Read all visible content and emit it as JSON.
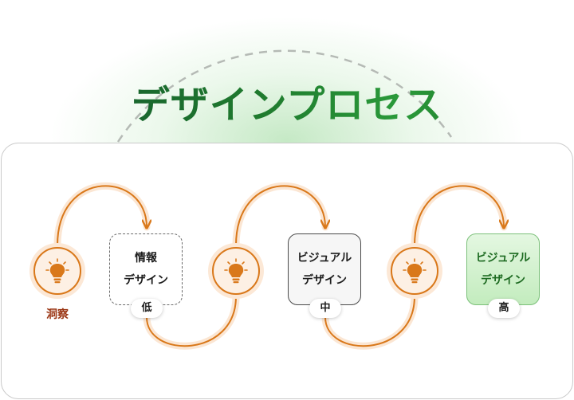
{
  "title": "デザインプロセス",
  "insight": {
    "label": "洞察",
    "icon": "lightbulb-icon",
    "color": "#d9781a"
  },
  "stages": [
    {
      "id": "low",
      "lines": [
        "情報",
        "デザイン"
      ],
      "level": "低"
    },
    {
      "id": "mid",
      "lines": [
        "ビジュアル",
        "デザイン"
      ],
      "level": "中"
    },
    {
      "id": "high",
      "lines": [
        "ビジュアル",
        "デザイン"
      ],
      "level": "高"
    }
  ],
  "colors": {
    "title_green": "#1f7a2e",
    "arrow_orange": "#d9781a",
    "high_green": "#c3ecbe"
  }
}
